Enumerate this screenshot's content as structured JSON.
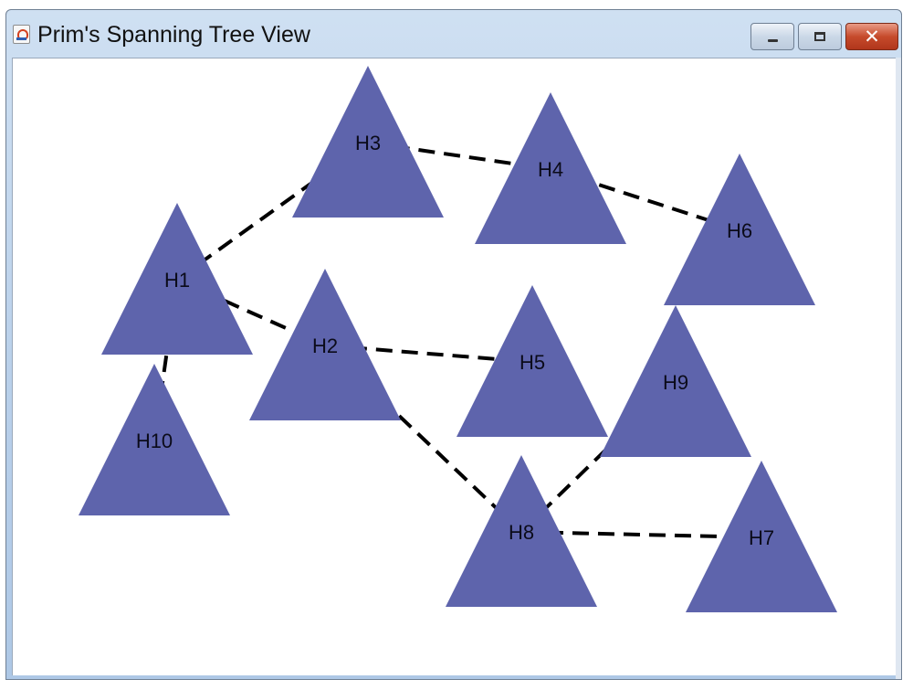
{
  "window": {
    "title": "Prim's Spanning Tree View",
    "icon": "java-app-icon",
    "controls": {
      "minimize": "minimize-icon",
      "maximize": "maximize-icon",
      "close": "close-icon",
      "close_glyph": "✕"
    }
  },
  "colors": {
    "node_fill": "#5e64ac",
    "edge": "#000000",
    "canvas": "#ffffff"
  },
  "graph": {
    "nodes": [
      {
        "id": "H1",
        "label": "H1"
      },
      {
        "id": "H2",
        "label": "H2"
      },
      {
        "id": "H3",
        "label": "H3"
      },
      {
        "id": "H4",
        "label": "H4"
      },
      {
        "id": "H5",
        "label": "H5"
      },
      {
        "id": "H6",
        "label": "H6"
      },
      {
        "id": "H7",
        "label": "H7"
      },
      {
        "id": "H8",
        "label": "H8"
      },
      {
        "id": "H9",
        "label": "H9"
      },
      {
        "id": "H10",
        "label": "H10"
      }
    ],
    "edges": [
      {
        "from": "H1",
        "to": "H3"
      },
      {
        "from": "H3",
        "to": "H4"
      },
      {
        "from": "H4",
        "to": "H6"
      },
      {
        "from": "H1",
        "to": "H2"
      },
      {
        "from": "H1",
        "to": "H10"
      },
      {
        "from": "H2",
        "to": "H5"
      },
      {
        "from": "H2",
        "to": "H8"
      },
      {
        "from": "H8",
        "to": "H9"
      },
      {
        "from": "H8",
        "to": "H7"
      }
    ]
  }
}
